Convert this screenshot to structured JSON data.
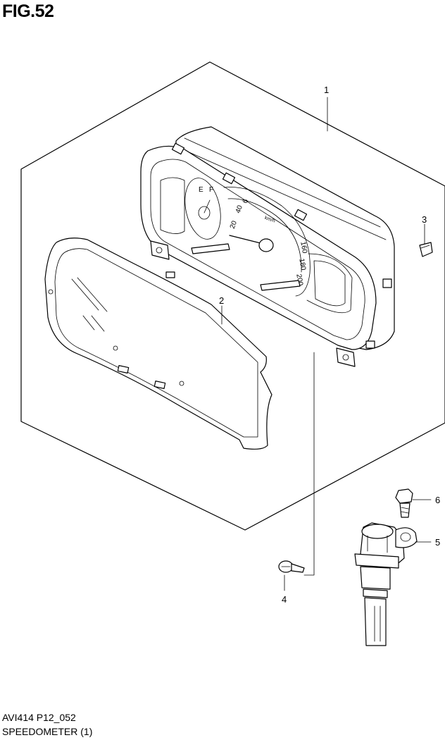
{
  "figure": {
    "title": "FIG.52"
  },
  "parts": [
    {
      "callout": "1"
    },
    {
      "callout": "2"
    },
    {
      "callout": "3"
    },
    {
      "callout": "4"
    },
    {
      "callout": "5"
    },
    {
      "callout": "6"
    }
  ],
  "dial_labels": {
    "n20": "20",
    "n40": "40",
    "n6": "6",
    "n160": "160",
    "n180": "180",
    "n200": "200",
    "unit": "km/h",
    "fuel_e": "E",
    "fuel_f": "F"
  },
  "footer": {
    "code": "AVI414 P12_052",
    "caption": "SPEEDOMETER (1)"
  }
}
